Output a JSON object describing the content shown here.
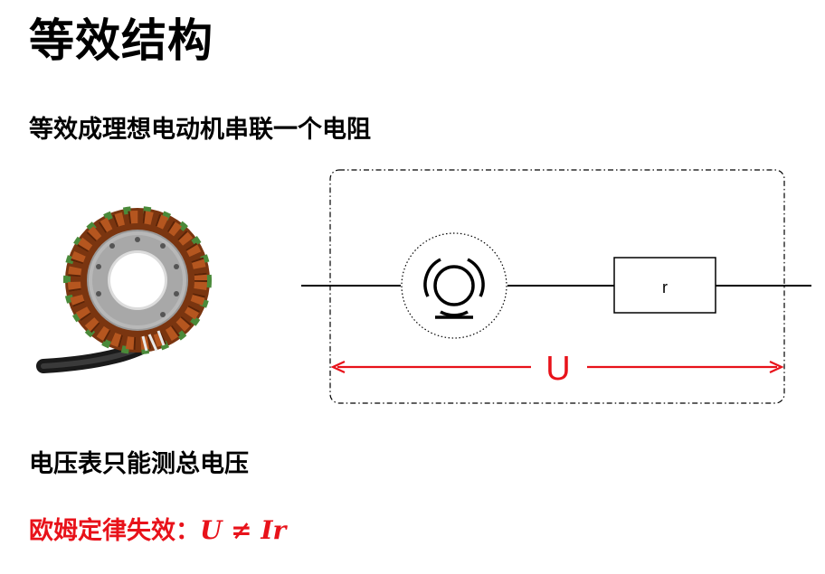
{
  "title": "等效结构",
  "subtitle": "等效成理想电动机串联一个电阻",
  "diagram": {
    "resistor_label": "r",
    "voltage_label": "U",
    "line_color": "#000000",
    "arrow_color": "#e8121a",
    "motor_icon": "motor-icon",
    "stator_image": "stator-icon"
  },
  "note": "电压表只能测总电压",
  "conclusion": {
    "label": "欧姆定律失效：",
    "equation": "U ≠ Ir",
    "color": "#e8121a"
  }
}
